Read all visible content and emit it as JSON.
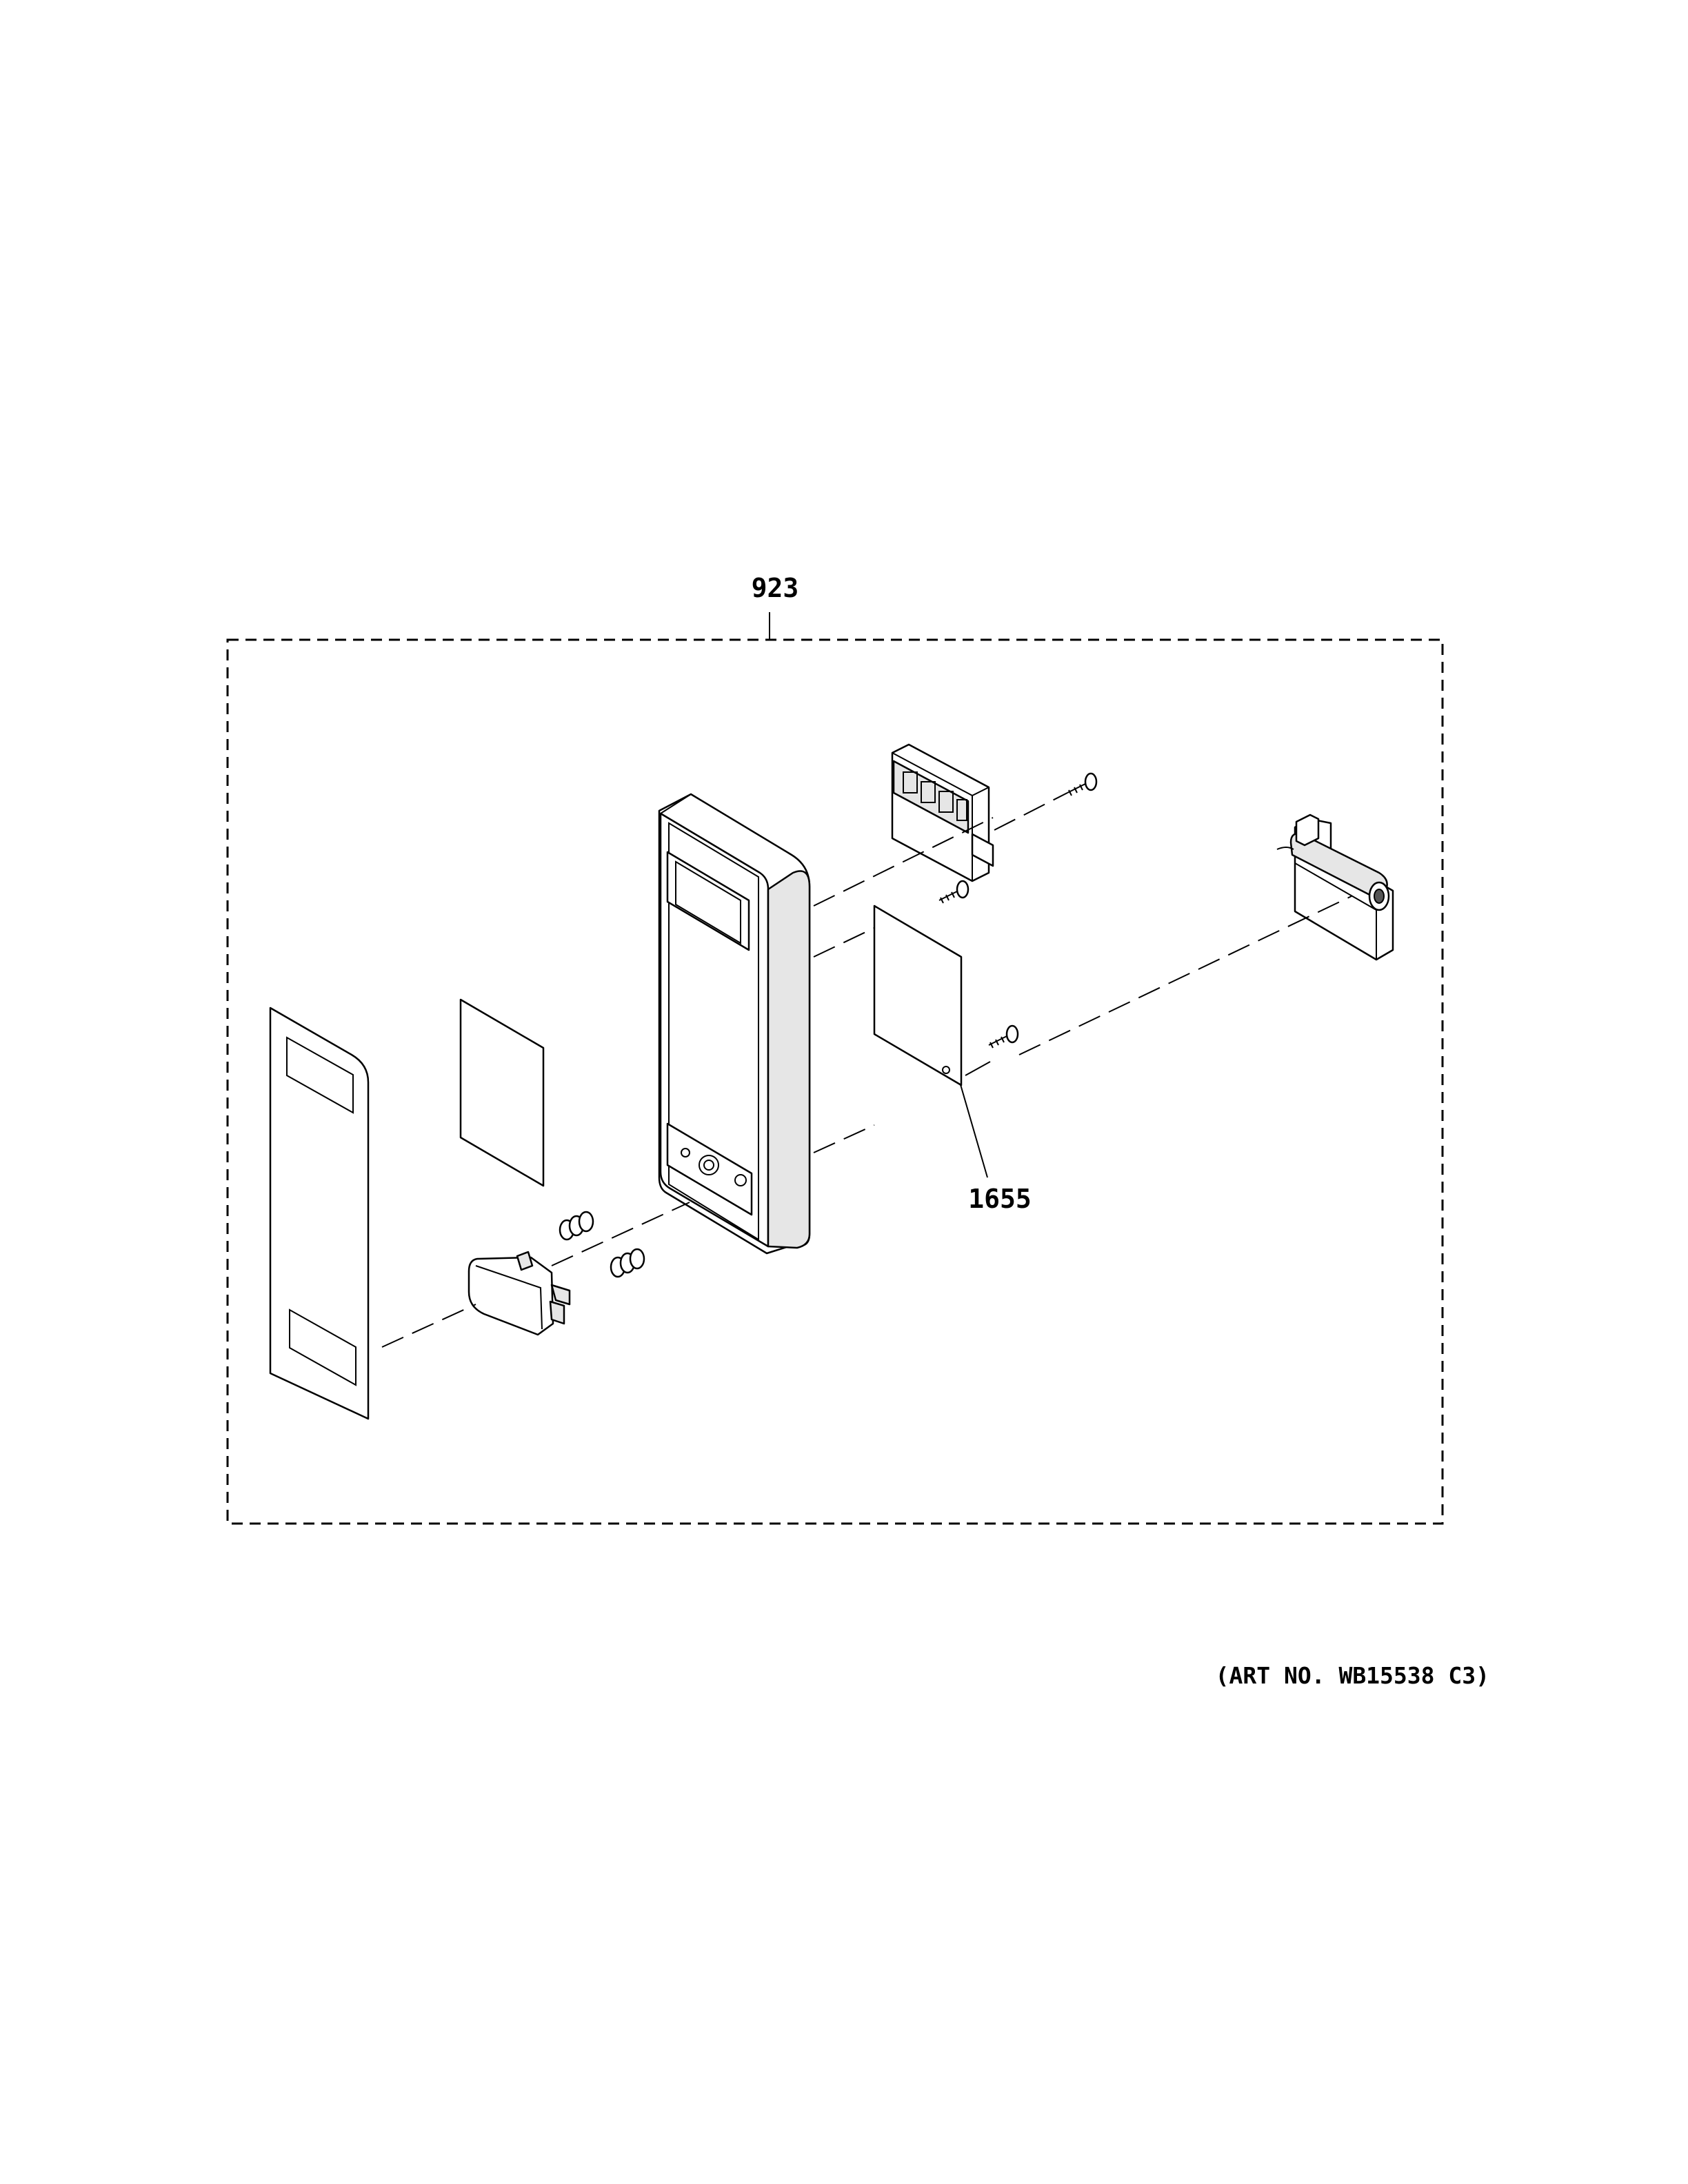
{
  "diagram": {
    "callouts": [
      {
        "id": "assembly",
        "text": "923"
      },
      {
        "id": "board",
        "text": "1655"
      }
    ],
    "art_number": "(ART NO. WB15538 C3)"
  }
}
